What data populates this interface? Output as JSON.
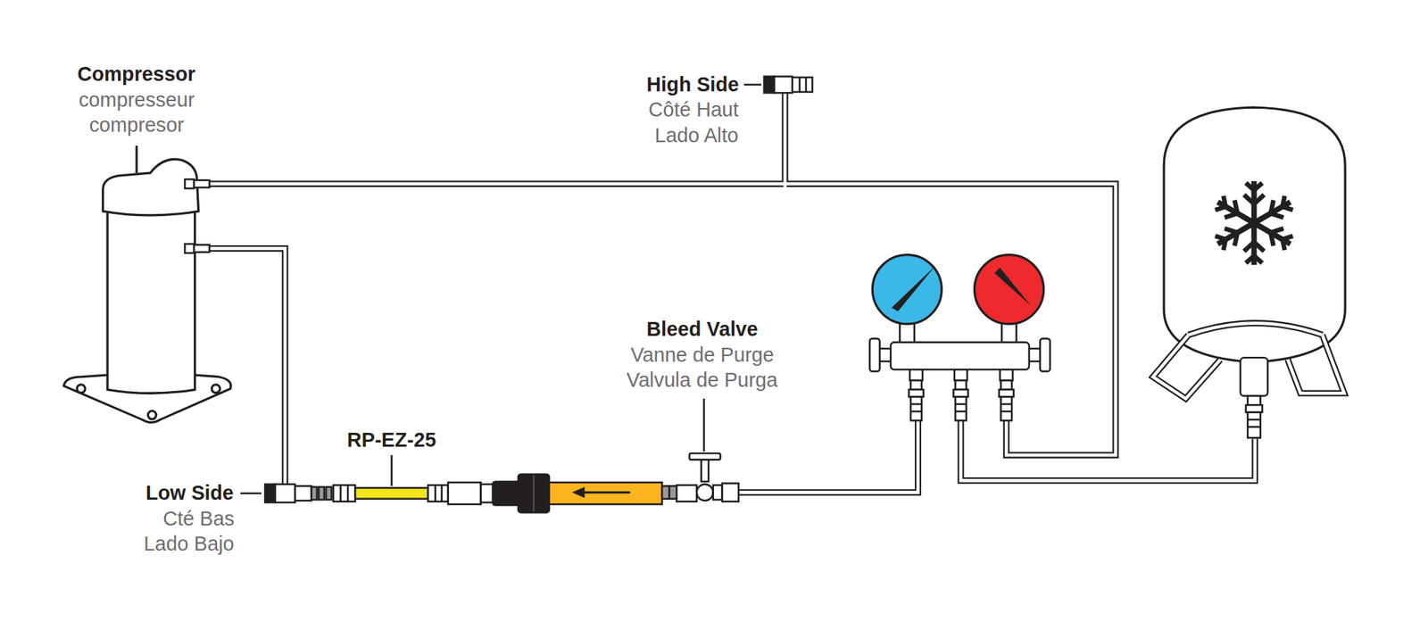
{
  "diagram": {
    "labels": [
      "Compressor",
      "compresseur",
      "compresor",
      "High Side",
      "Côté Haut",
      "Lado Alto",
      "Low Side",
      "Cté Bas",
      "Lado Bajo",
      "RP-EZ-25",
      "Bleed Valve",
      "Vanne de Purge",
      "Valvula de Purga"
    ]
  }
}
